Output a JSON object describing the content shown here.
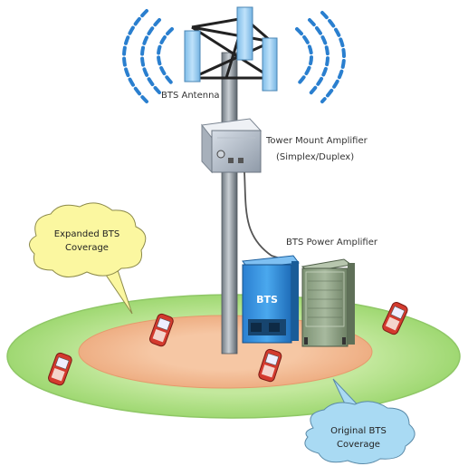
{
  "labels": {
    "bts_antenna": "BTS Antenna",
    "tower_amp_line1": "Tower Mount Amplifier",
    "tower_amp_line2": "(Simplex/Duplex)",
    "power_amp": "BTS Power Amplifier",
    "bts_unit": "BTS",
    "expanded_line1": "Expanded BTS",
    "expanded_line2": "Coverage",
    "original_line1": "Original BTS",
    "original_line2": "Coverage"
  },
  "colors": {
    "outer_coverage": "#b3e089",
    "inner_coverage": "#f2b992",
    "callout_expanded": "#fbf7a0",
    "callout_original": "#a9daf3",
    "antenna_panel": "#9dcdf1",
    "bts_cabinet": "#2f8fdc",
    "power_cabinet": "#8ea486",
    "signal_waves": "#2a7fcf"
  },
  "icons": [
    "mobile-phone-icon",
    "signal-wave-icon",
    "antenna-panel-icon"
  ]
}
